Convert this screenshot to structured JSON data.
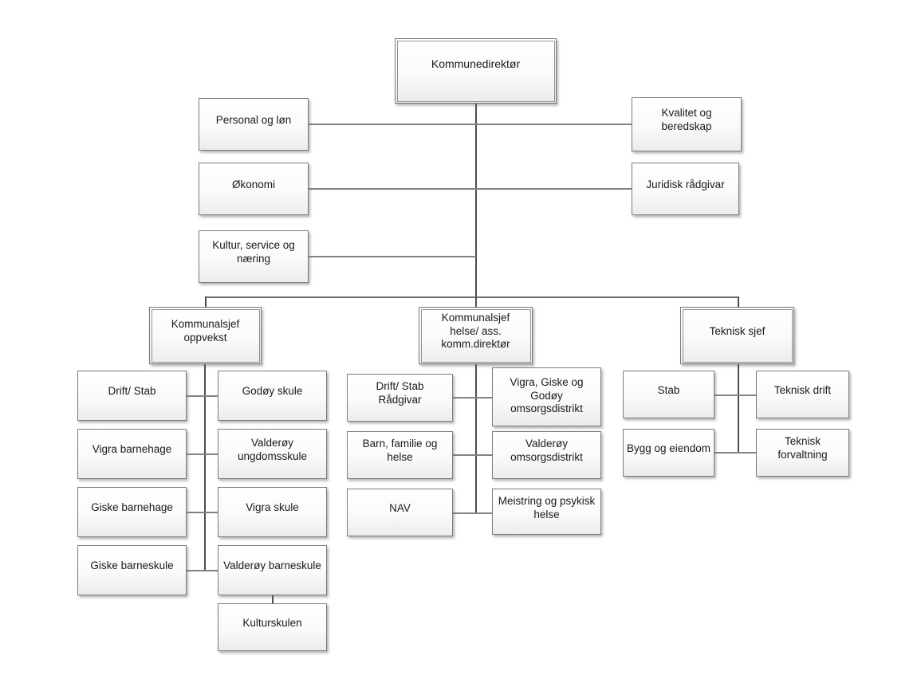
{
  "org": {
    "root": {
      "label": "Kommunedirektør"
    },
    "staff_left": [
      {
        "label": "Personal og løn"
      },
      {
        "label": "Økonomi"
      },
      {
        "label": "Kultur, service og næring"
      }
    ],
    "staff_right": [
      {
        "label": "Kvalitet og beredskap"
      },
      {
        "label": "Juridisk rådgivar"
      }
    ],
    "divisions": [
      {
        "label": "Kommunalsjef oppvekst",
        "children": [
          {
            "label": "Drift/ Stab"
          },
          {
            "label": "Godøy skule"
          },
          {
            "label": "Vigra barnehage"
          },
          {
            "label": "Valderøy ungdomsskule"
          },
          {
            "label": "Giske barnehage"
          },
          {
            "label": "Vigra skule"
          },
          {
            "label": "Giske barneskule"
          },
          {
            "label": "Valderøy barneskule"
          },
          {
            "label": "Kulturskulen"
          }
        ]
      },
      {
        "label": "Kommunalsjef helse/ ass. komm.direktør",
        "children": [
          {
            "label": "Drift/ Stab Rådgivar"
          },
          {
            "label": "Vigra, Giske og Godøy omsorgsdistrikt"
          },
          {
            "label": "Barn, familie og helse"
          },
          {
            "label": "Valderøy omsorgsdistrikt"
          },
          {
            "label": "NAV"
          },
          {
            "label": "Meistring og psykisk helse"
          }
        ]
      },
      {
        "label": "Teknisk sjef",
        "children": [
          {
            "label": "Stab"
          },
          {
            "label": "Teknisk drift"
          },
          {
            "label": "Bygg og eiendom"
          },
          {
            "label": "Teknisk forvaltning"
          }
        ]
      }
    ]
  },
  "colors": {
    "box_border": "#7d7d7d",
    "box_fill_top": "#ffffff",
    "box_fill_bottom": "#ececec",
    "connector_vertical": "#4d4d4d",
    "connector_horizontal": "#828282",
    "text": "#1a1a1a",
    "background": "#ffffff"
  }
}
